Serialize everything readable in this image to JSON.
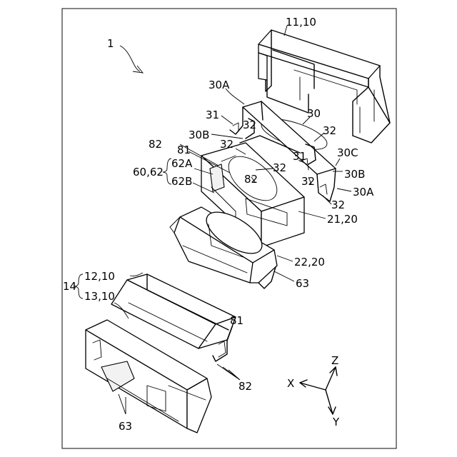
{
  "labels": {
    "fig": "1",
    "upper_cover": "11,10",
    "bracket_tab_a": "30A",
    "bracket": "30",
    "claw_31_left": "31",
    "claw_32_a": "32",
    "claw_32_b": "32",
    "bracket_tab_b": "30B",
    "claw_32_c": "32",
    "bracket_tab_c": "30C",
    "label_82_top": "82",
    "label_81_top": "81",
    "claw_31_right": "31",
    "label_62a": "62A",
    "claw_32_d": "32",
    "label_82_mid": "82",
    "bracket_tab_b2": "30B",
    "group_60_62": "60,62",
    "label_62b": "62B",
    "claw_32_e": "32",
    "bracket_tab_a2": "30A",
    "claw_32_f": "32",
    "inner_case": "21,20",
    "outer_case": "22,20",
    "foot_63_right": "63",
    "group_14": "14",
    "lower_cover_12": "12,10",
    "lower_cover_13": "13,10",
    "label_81_bottom": "81",
    "label_82_bottom": "82",
    "foot_63_bottom": "63",
    "axis_z": "Z",
    "axis_x": "X",
    "axis_y": "Y"
  },
  "colors": {
    "line": "#000000",
    "paper": "#ffffff",
    "border": "#333333"
  }
}
